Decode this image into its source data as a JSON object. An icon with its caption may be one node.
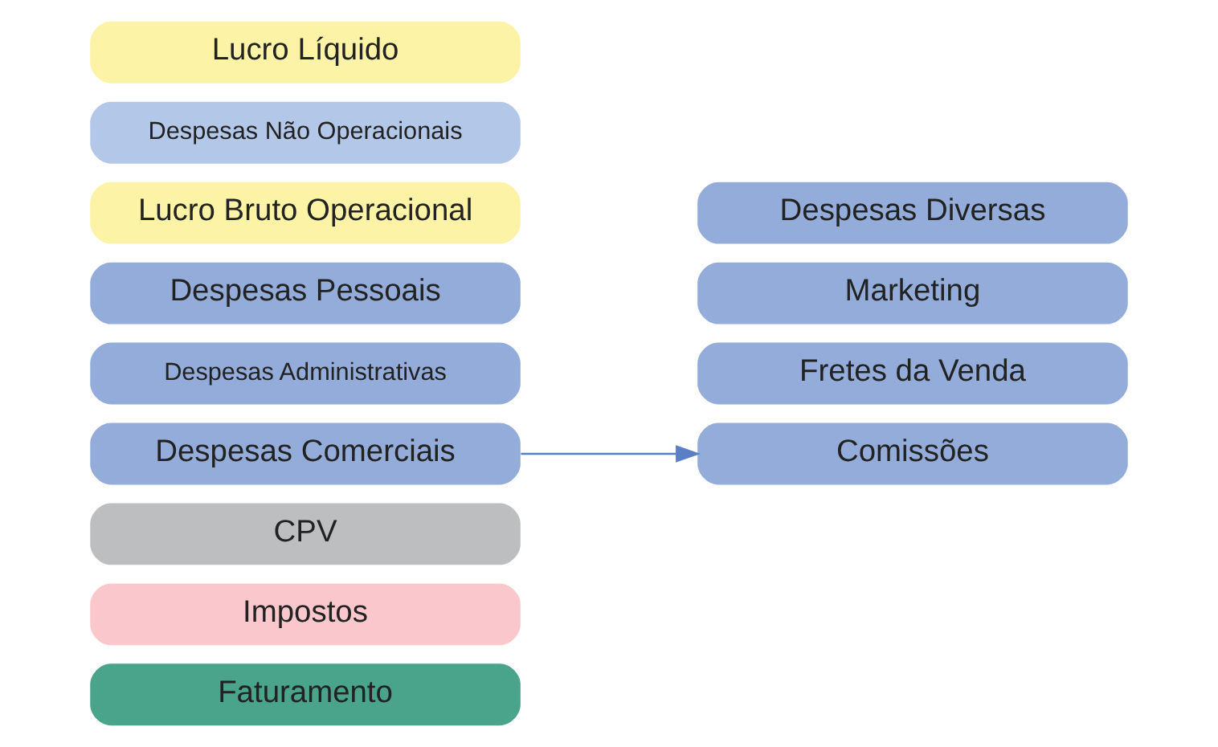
{
  "diagram": {
    "nodes": [
      {
        "text": [
          "Faturamento"
        ]
      },
      {
        "text": [
          "Impostos"
        ]
      },
      {
        "text": [
          "CPV"
        ]
      },
      {
        "text": [
          "Despesas Comerciais"
        ]
      },
      {
        "text": [
          "Despesas Administrativas"
        ]
      },
      {
        "text": [
          "Despesas Pessoais"
        ]
      },
      {
        "text": [
          "Lucro Bruto Operacional"
        ]
      },
      {
        "text": [
          "Despesas Não Operacionais"
        ]
      },
      {
        "text": [
          "Lucro Líquido"
        ]
      },
      {
        "text": [
          "Comissões"
        ]
      },
      {
        "text": [
          "Fretes da Venda"
        ]
      },
      {
        "text": [
          "Marketing"
        ]
      },
      {
        "text": [
          "Despesas Diversas"
        ]
      }
    ],
    "edges": [
      {
        "from": 3,
        "to": 9,
        "arrow": "to"
      }
    ]
  }
}
